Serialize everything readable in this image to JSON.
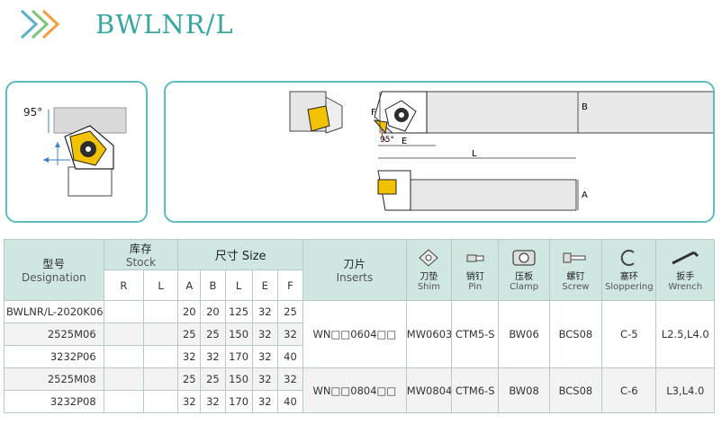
{
  "header": {
    "title": "BWLNR/L"
  },
  "drawing": {
    "approach_angle": "95°",
    "angle_mark": "95°",
    "dims": {
      "F": "F",
      "B": "B",
      "E": "E",
      "L": "L",
      "A": "A"
    }
  },
  "table": {
    "headers": {
      "designation_cn": "型号",
      "designation_en": "Designation",
      "stock_cn": "库存",
      "stock_en": "Stock",
      "stock_r": "R",
      "stock_l": "L",
      "size_label": "尺寸 Size",
      "size_cols": [
        "A",
        "B",
        "L",
        "E",
        "F"
      ],
      "inserts_cn": "刀片",
      "inserts_en": "Inserts",
      "shim_cn": "刀垫",
      "shim_en": "Shim",
      "pin_cn": "销钉",
      "pin_en": "Pin",
      "clamp_cn": "压板",
      "clamp_en": "Clamp",
      "screw_cn": "螺钉",
      "screw_en": "Screw",
      "stop_cn": "塞环",
      "stop_en": "Sloppering",
      "wrench_cn": "扳手",
      "wrench_en": "Wrench"
    },
    "icons": [
      "shim-icon",
      "pin-icon",
      "clamp-icon",
      "screw-icon",
      "stopper-ring-icon",
      "wrench-icon"
    ],
    "rows": [
      {
        "code": "BWLNR/L-2020K06",
        "A": "20",
        "B": "20",
        "L": "125",
        "E": "32",
        "F": "25"
      },
      {
        "code": "2525M06",
        "A": "25",
        "B": "25",
        "L": "150",
        "E": "32",
        "F": "32"
      },
      {
        "code": "3232P06",
        "A": "32",
        "B": "32",
        "L": "170",
        "E": "32",
        "F": "40"
      },
      {
        "code": "2525M08",
        "A": "25",
        "B": "25",
        "L": "150",
        "E": "32",
        "F": "32"
      },
      {
        "code": "3232P08",
        "A": "32",
        "B": "32",
        "L": "170",
        "E": "32",
        "F": "40"
      }
    ],
    "groups": [
      {
        "insert": "WN□□0604□□",
        "shim": "MW0603",
        "pin": "CTM5-S",
        "clamp": "BW06",
        "screw": "BCS08",
        "stopper": "C-5",
        "wrench": "L2.5,L4.0"
      },
      {
        "insert": "WN□□0804□□",
        "shim": "MW0804",
        "pin": "CTM6-S",
        "clamp": "BW08",
        "screw": "BCS08",
        "stopper": "C-6",
        "wrench": "L3,L4.0"
      }
    ]
  },
  "colors": {
    "accent": "#3aa6a2",
    "panel_border": "#5cbcc0",
    "header_bg": "#cfe6e1",
    "insert_yellow": "#f2c200"
  }
}
